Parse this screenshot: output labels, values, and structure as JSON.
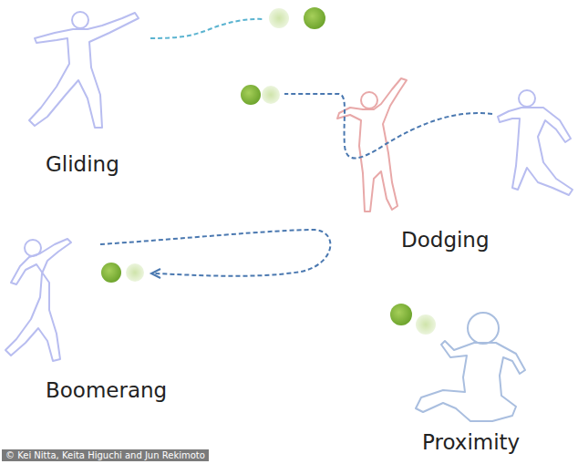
{
  "diagram": {
    "labels": [
      "Gliding",
      "Dodging",
      "Boomerang",
      "Proximity",
      "© Kei Nitta, Keita Higuchi and Jun Rekimoto"
    ]
  }
}
